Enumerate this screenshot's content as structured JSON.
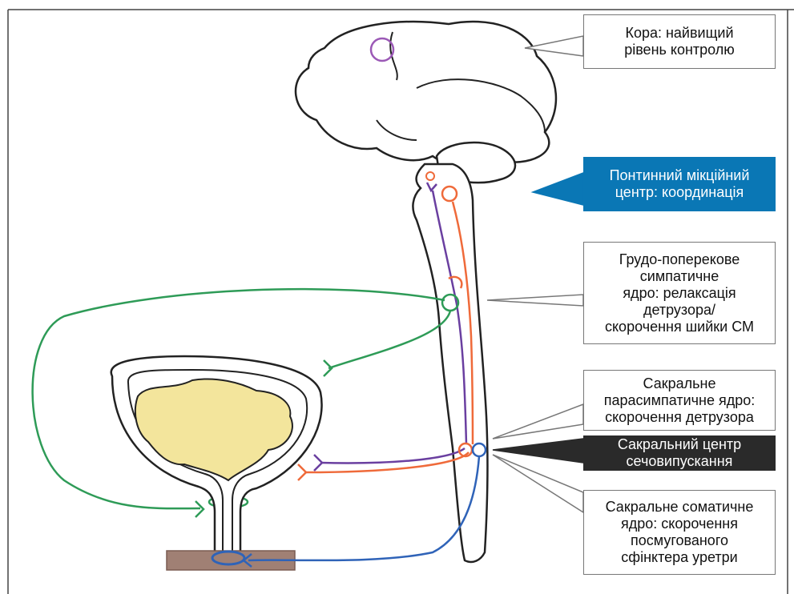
{
  "labels": {
    "cortex": "Кора: найвищий\nрівень контролю",
    "pontine": "Понтинний мікційний\nцентр: координація",
    "thoracolumbar": "Грудо-поперекове\nсимпатичне\nядро: релаксація\nдетрузора/\nскорочення шийки СМ",
    "sacral_para": "Сакральне\nпарасимпатичне ядро:\nскорочення детрузора",
    "sacral_center": "Сакральний центр\nсечовипускання",
    "sacral_somatic": "Сакральне соматичне\nядро: скорочення\nпосмугованого\nсфінктера уретри"
  },
  "colors": {
    "label_blue": "#0a77b5",
    "label_dark": "#2a2a2a",
    "cortex_neuron": "#9b59b6",
    "parasympathetic": "#6a3fa0",
    "pontine_orange": "#ef6a3a",
    "sympathetic_green": "#2e9b57",
    "somatic_blue": "#2f63b8",
    "bladder_fill": "#f3e59c",
    "sphincter_brown": "#a08074"
  }
}
